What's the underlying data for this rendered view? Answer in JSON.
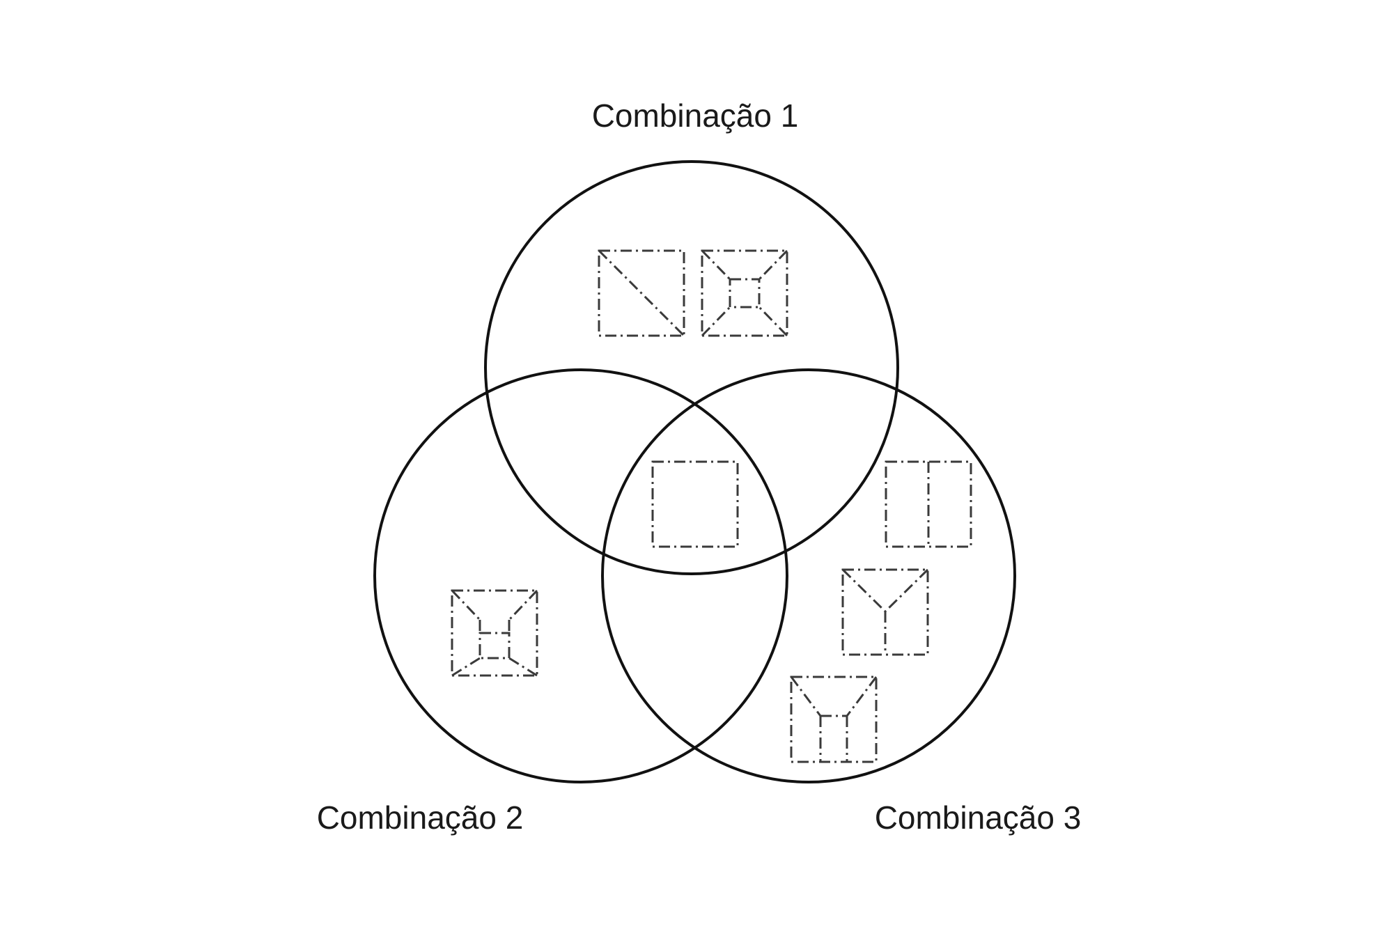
{
  "diagram": {
    "type": "venn",
    "sets": [
      {
        "id": "c1",
        "label": "Combinação 1"
      },
      {
        "id": "c2",
        "label": "Combinação 2"
      },
      {
        "id": "c3",
        "label": "Combinação 3"
      }
    ],
    "region_items": [
      {
        "region": "c1-only",
        "pattern": "square-diagonal"
      },
      {
        "region": "c1-only",
        "pattern": "square-inner-square-corners"
      },
      {
        "region": "c1-c2-c3",
        "pattern": "square-plain"
      },
      {
        "region": "c2-only",
        "pattern": "square-inner-square-hourglass"
      },
      {
        "region": "c3-only",
        "pattern": "square-vertical-split"
      },
      {
        "region": "c3-only",
        "pattern": "square-y-split"
      },
      {
        "region": "c3-only",
        "pattern": "square-y-double-split"
      }
    ],
    "colors": {
      "outline": "#111111",
      "tile": "#3a3a3a",
      "background": "#ffffff"
    }
  }
}
